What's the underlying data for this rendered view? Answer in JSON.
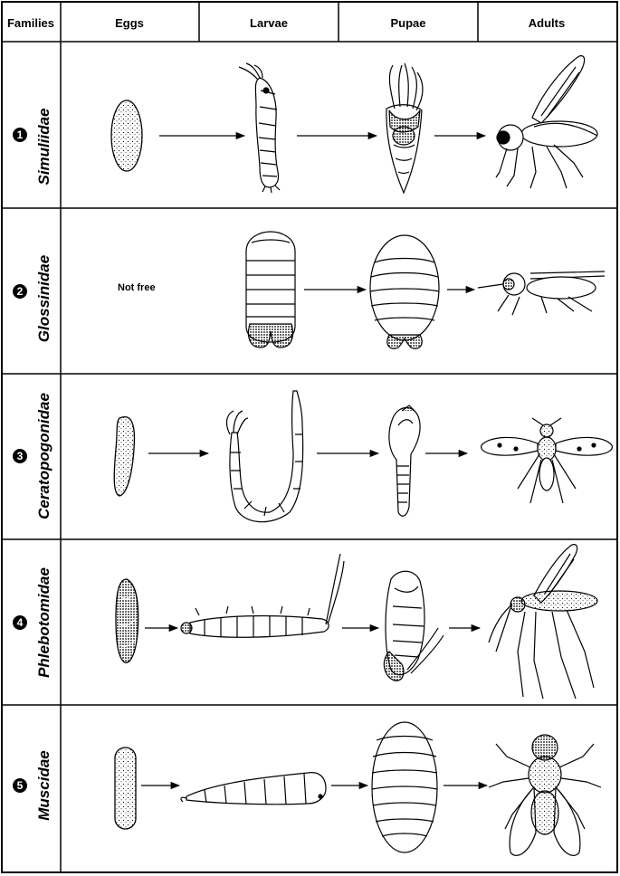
{
  "header": {
    "families": "Families",
    "eggs": "Eggs",
    "larvae": "Larvae",
    "pupae": "Pupae",
    "adults": "Adults"
  },
  "rows": [
    {
      "number": "1",
      "family": "Simuliidae"
    },
    {
      "number": "2",
      "family": "Glossinidae",
      "egg_note": "Not free"
    },
    {
      "number": "3",
      "family": "Ceratopogonidae"
    },
    {
      "number": "4",
      "family": "Phlebotomidae"
    },
    {
      "number": "5",
      "family": "Muscidae"
    }
  ]
}
